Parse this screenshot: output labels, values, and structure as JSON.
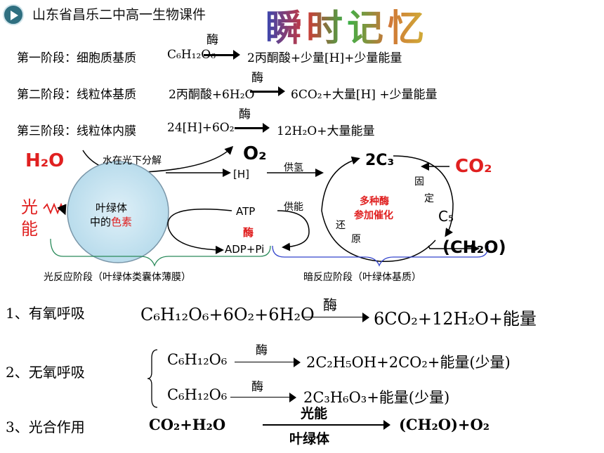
{
  "header": {
    "school": "山东省昌乐二中高一生物课件",
    "banner": "瞬时记忆"
  },
  "stages": [
    {
      "label": "第一阶段：细胞质基质",
      "left": "C₆H₁₂O₆",
      "enzyme": "酶",
      "right": "2丙酮酸+少量[H]+少量能量"
    },
    {
      "label": "第二阶段：线粒体基质",
      "left": "2丙酮酸+6H₂O",
      "enzyme": "酶",
      "right": "6CO₂+大量[H] +少量能量"
    },
    {
      "label": "第三阶段：线粒体内膜",
      "left": "24[H]+6O₂",
      "enzyme": "酶",
      "right": "12H₂O+大量能量"
    }
  ],
  "diagram": {
    "h2o": "H₂O",
    "o2": "O₂",
    "split": "水在光下分解",
    "h": "[H]",
    "gongqing": "供氢",
    "light": [
      "光",
      "能"
    ],
    "chloro1": "叶绿体",
    "chloro2_a": "中的",
    "chloro2_b": "色素",
    "atp": "ATP",
    "enzyme": "酶",
    "adp": "ADP+Pi",
    "gongneng": "供能",
    "c3": "2C₃",
    "co2": "CO₂",
    "fix1": "固",
    "fix2": "定",
    "c5": "C₅",
    "enz_center1": "多种酶",
    "enz_center2": "参加催化",
    "red1": "还",
    "red2": "原",
    "ch2o": "(CH₂O)",
    "light_stage": "光反应阶段（叶绿体类囊体薄膜）",
    "dark_stage": "暗反应阶段（叶绿体基质）"
  },
  "equations": {
    "aerobic": {
      "label": "1、有氧呼吸",
      "left": "C₆H₁₂O₆+6O₂+6H₂O",
      "enzyme": "酶",
      "right": "6CO₂+12H₂O+能量"
    },
    "anaerobic": {
      "label": "2、无氧呼吸",
      "row1_left": "C₆H₁₂O₆",
      "row1_enzyme": "酶",
      "row1_right": "2C₂H₅OH+2CO₂+能量(少量)",
      "row2_left": "C₆H₁₂O₆",
      "row2_enzyme": "酶",
      "row2_right": "2C₃H₆O₃+能量(少量)"
    },
    "photo": {
      "label": "3、光合作用",
      "left": "CO₂+H₂O",
      "top": "光能",
      "bottom": "叶绿体",
      "right": "(CH₂O)+O₂"
    }
  }
}
